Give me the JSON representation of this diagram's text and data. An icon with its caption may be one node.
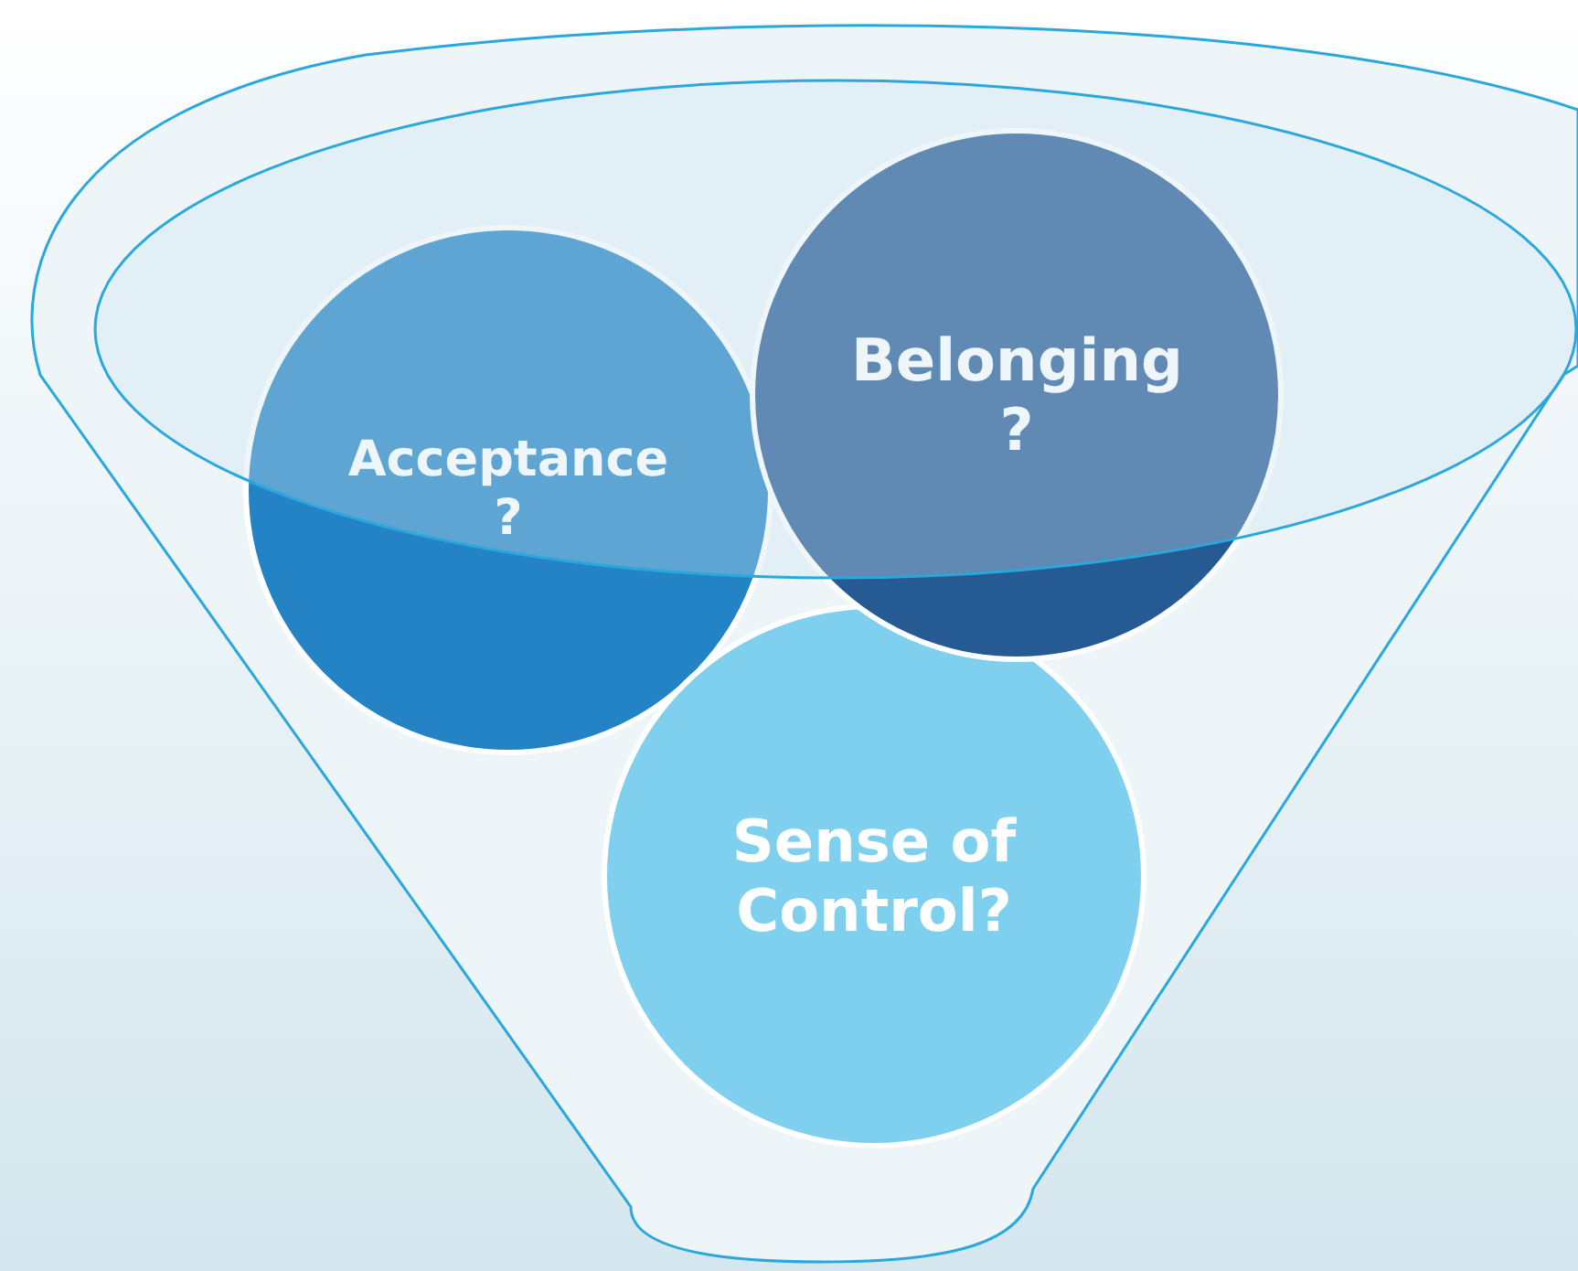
{
  "diagram": {
    "nodes": [
      {
        "text": [
          "Acceptance ?"
        ]
      },
      {
        "text": [
          "Belonging ?"
        ]
      },
      {
        "text": [
          "Sense of Control?"
        ]
      }
    ]
  }
}
